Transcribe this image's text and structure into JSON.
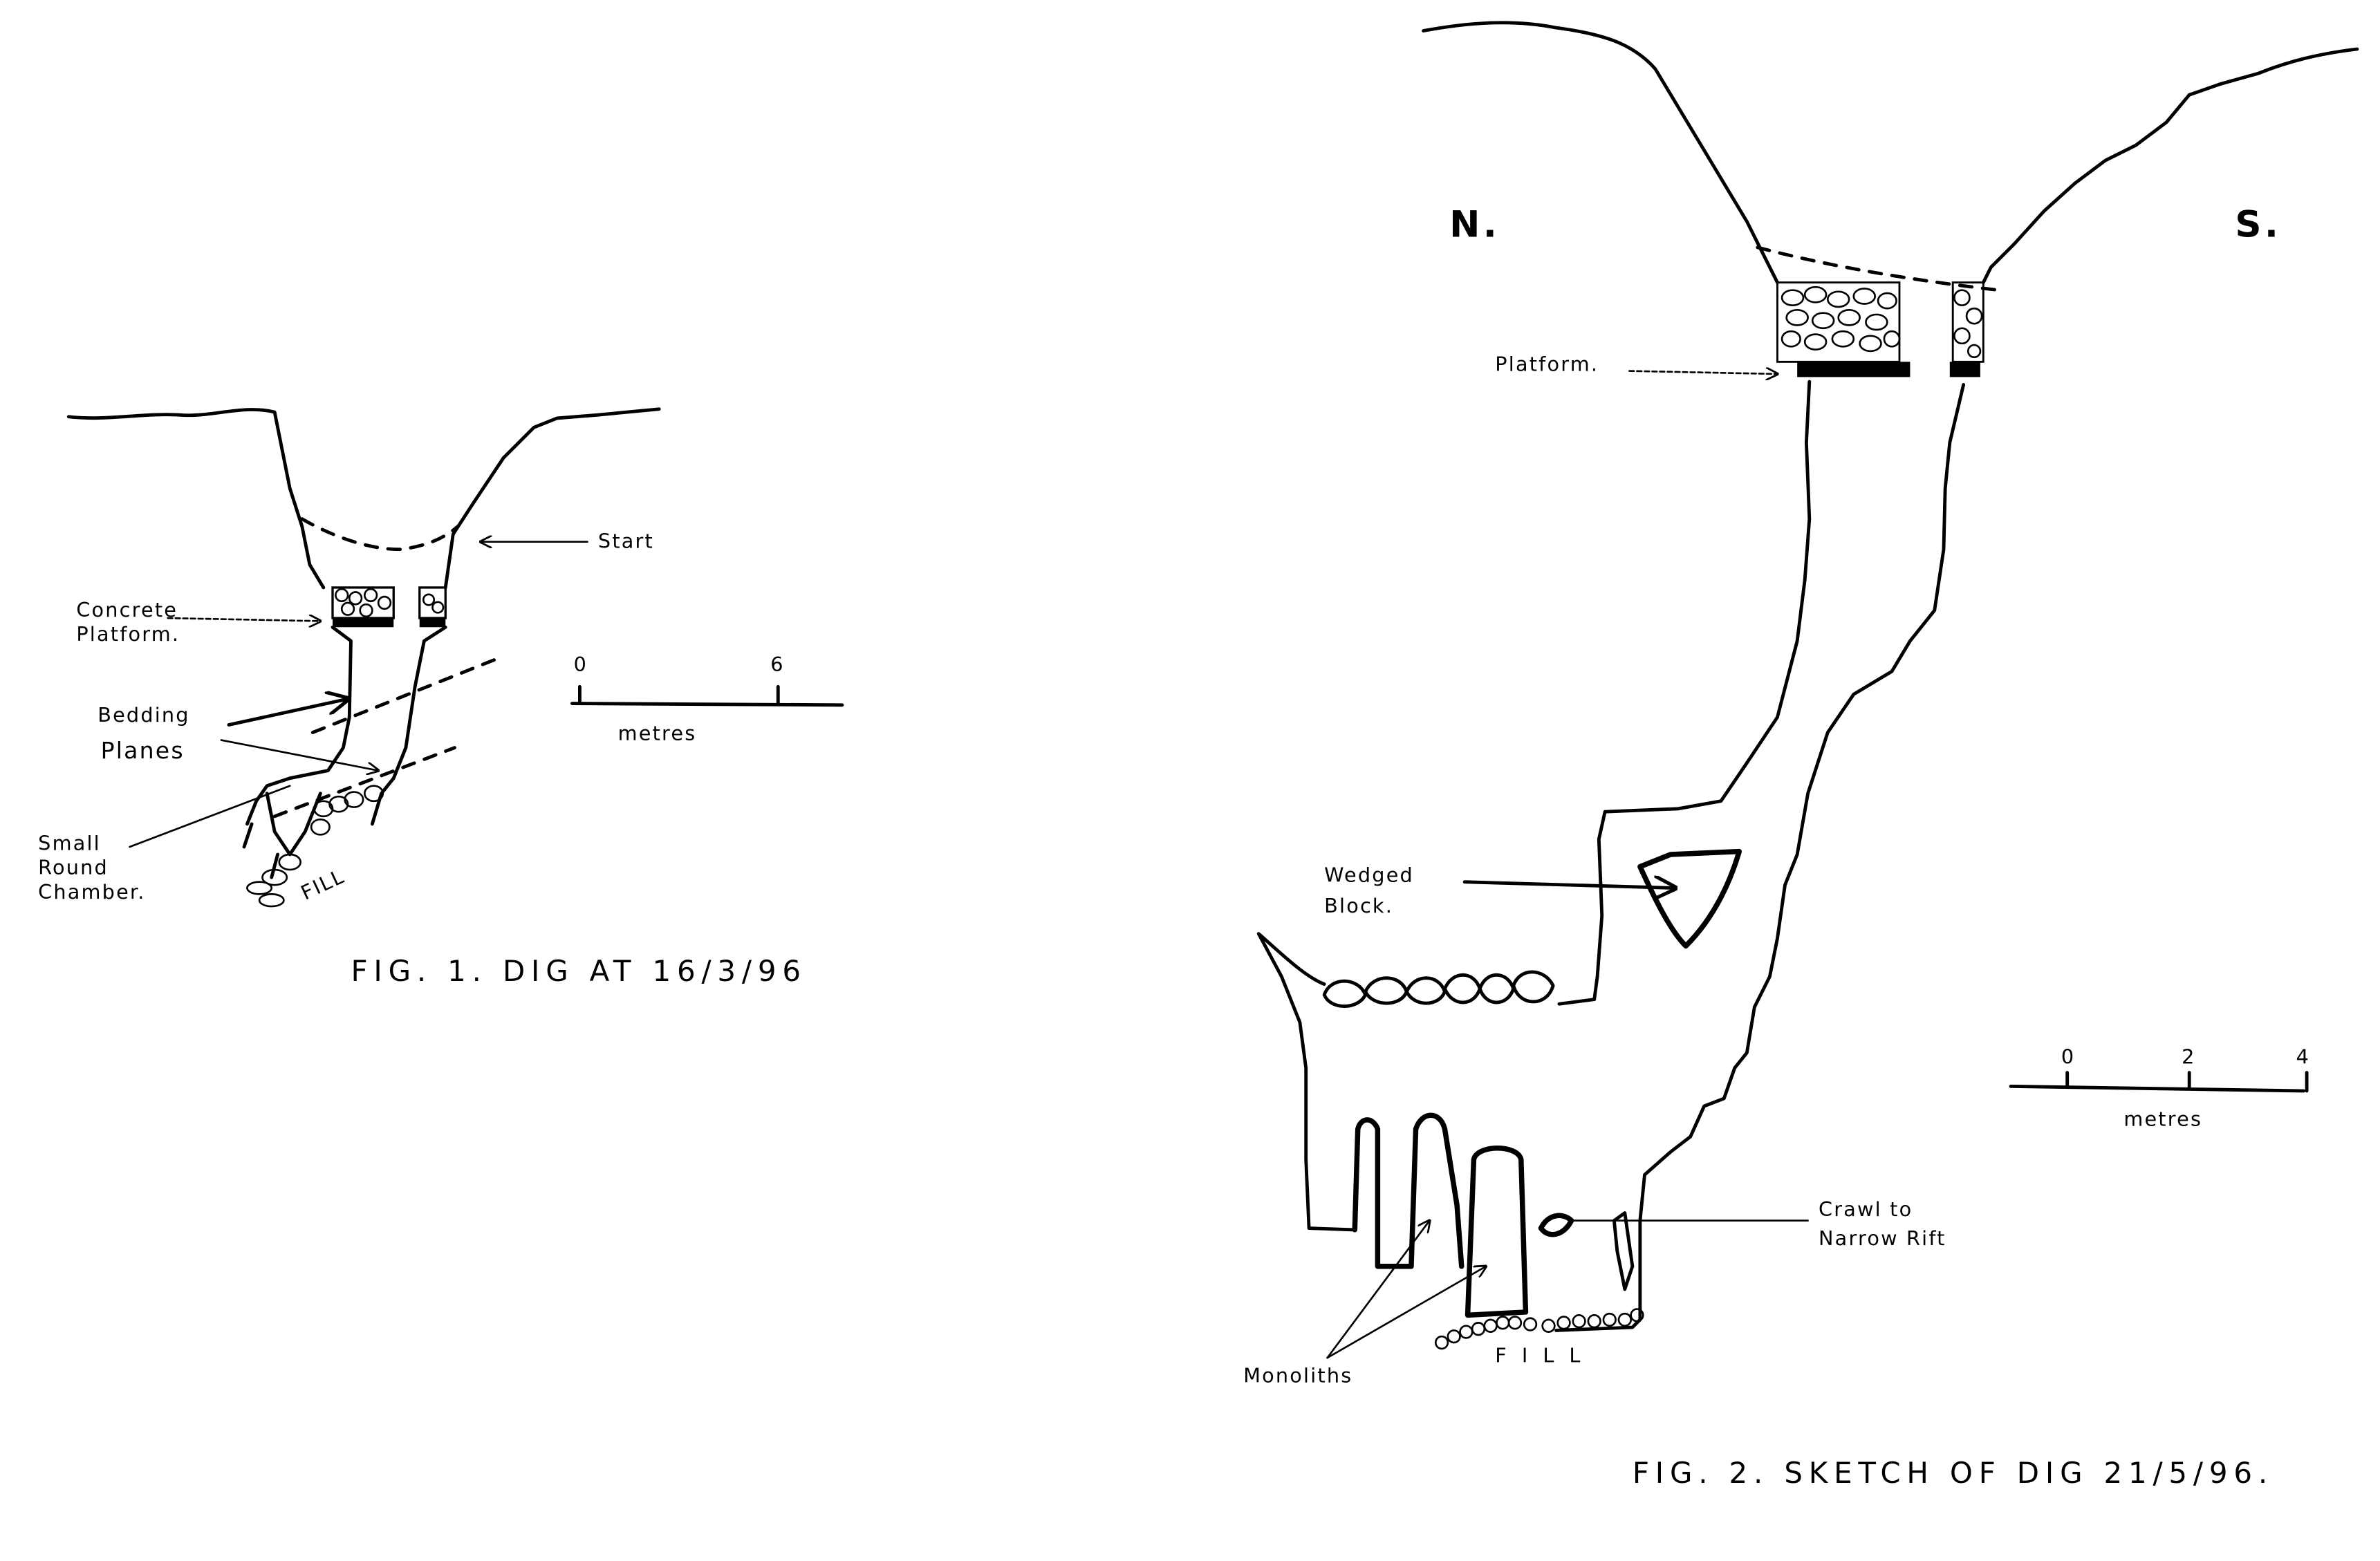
{
  "fig1": {
    "caption": "FIG. 1. DIG AT 16/3/96",
    "labels": {
      "start": "Start",
      "platform_line1": "Concrete",
      "platform_line2": "Platform.",
      "bedding_line1": "Bedding",
      "bedding_line2": "Planes",
      "chamber_line1": "Small",
      "chamber_line2": "Round",
      "chamber_line3": "Chamber.",
      "fill": "FILL"
    },
    "scale": {
      "ticks": [
        "0",
        "6"
      ],
      "unit": "metres"
    }
  },
  "fig2": {
    "caption": "FIG. 2. SKETCH OF DIG 21/5/96.",
    "compass": {
      "north": "N.",
      "south": "S."
    },
    "labels": {
      "platform": "Platform.",
      "wedged_line1": "Wedged",
      "wedged_line2": "Block.",
      "crawl_line1": "Crawl to",
      "crawl_line2": "Narrow Rift",
      "monoliths": "Monoliths",
      "fill": "FILL"
    },
    "scale": {
      "ticks": [
        "0",
        "2",
        "4"
      ],
      "unit": "metres"
    }
  }
}
